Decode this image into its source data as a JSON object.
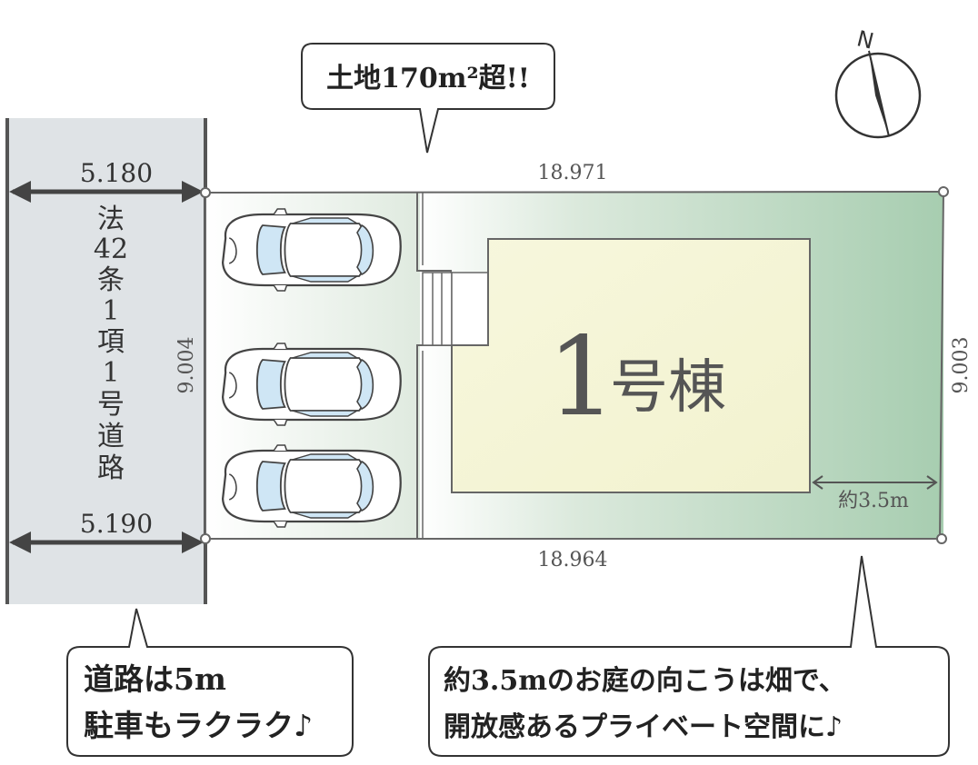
{
  "north_label": "N",
  "road": {
    "vertical_label": [
      "法",
      "42",
      "条",
      "1",
      "項",
      "1",
      "号",
      "道",
      "路"
    ],
    "width_top": "5.180",
    "width_bottom": "5.190"
  },
  "lot": {
    "top_length": "18.971",
    "bottom_length": "18.964",
    "left_depth": "9.004",
    "right_depth": "9.003",
    "garden_depth": "約3.5m",
    "building_number": "1",
    "building_suffix": "号棟"
  },
  "callouts": {
    "land_area": "土地170m²超!!",
    "road_note_line1": "道路は5m",
    "road_note_line2": "駐車もラクラク♪",
    "garden_note_line1": "約3.5mのお庭の向こうは畑で、",
    "garden_note_line2": "開放感あるプライベート空間に♪"
  },
  "colors": {
    "road": "#dfe3e6",
    "road_edge": "#555555",
    "garden_green": "#a9cfb0",
    "building_fill": "#f5f5d6",
    "outline": "#555555"
  },
  "icons": [
    "north-arrow-icon",
    "car-icon",
    "stairs-icon",
    "arrow-icon"
  ]
}
